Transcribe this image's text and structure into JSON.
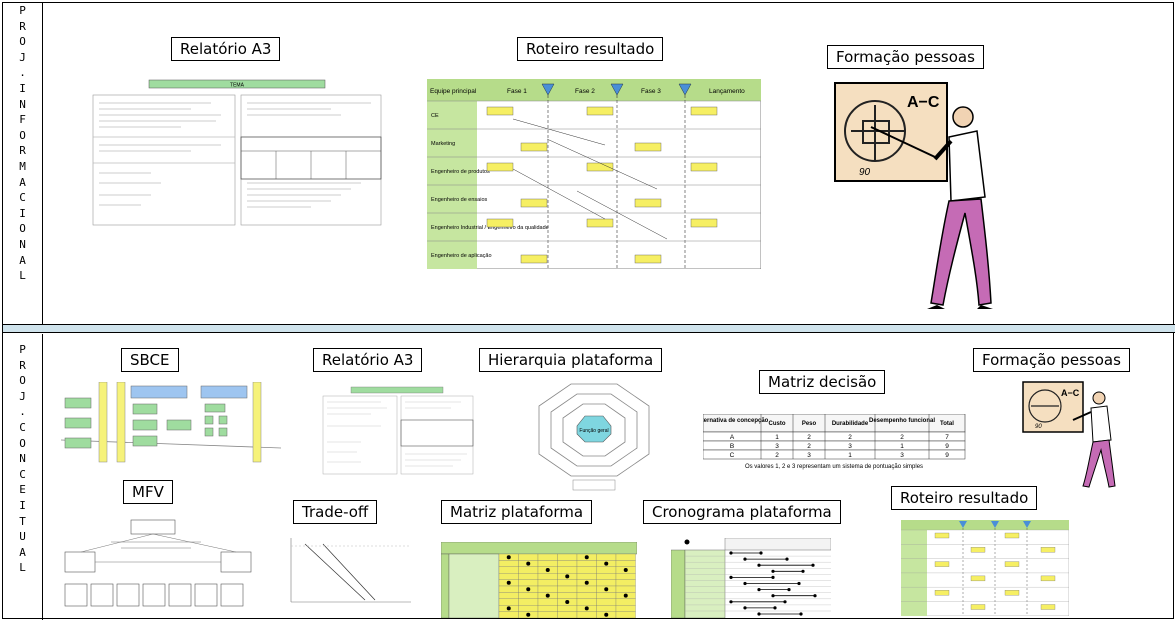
{
  "sidebars": {
    "top": [
      "P",
      "R",
      "O",
      "J",
      ".",
      "I",
      "N",
      "F",
      "O",
      "R",
      "M",
      "A",
      "C",
      "I",
      "O",
      "N",
      "A",
      "L"
    ],
    "bottom": [
      "P",
      "R",
      "O",
      "J",
      ".",
      "C",
      "O",
      "N",
      "C",
      "E",
      "I",
      "T",
      "U",
      "A",
      "L"
    ]
  },
  "top_row": {
    "relatorio_label": "Relatório A3",
    "roteiro_label": "Roteiro resultado",
    "formacao_label": "Formação pessoas",
    "a3_tema": "TEMA",
    "roteiro_header": [
      "Equipe principal",
      "Fase 1",
      "Fase 2",
      "Fase 3",
      "Lançamento"
    ],
    "roteiro_rows": [
      "CE",
      "Marketing",
      "Engenheiro de produtos",
      "Engenheiro de ensaios",
      "Engenheiro Industrial / Engenheiro da qualidade",
      "Engenheiro de aplicação"
    ],
    "board_text": "A−C",
    "board_number": "90"
  },
  "bottom_row": {
    "sbce_label": "SBCE",
    "relatorio_label": "Relatório A3",
    "hierarquia_label": "Hierarquia plataforma",
    "matriz_decisao_label": "Matriz decisão",
    "formacao_label": "Formação pessoas",
    "mfv_label": "MFV",
    "tradeoff_label": "Trade-off",
    "matriz_plataforma_label": "Matriz plataforma",
    "cronograma_label": "Cronograma plataforma",
    "roteiro_label": "Roteiro resultado",
    "hierarquia_center": "Função geral",
    "matriz_decisao": {
      "headers": [
        "Alternativa de concepção",
        "Custo",
        "Peso",
        "Durabilidade",
        "Desempenho funcional",
        "Total"
      ],
      "rows": [
        [
          "A",
          "1",
          "2",
          "2",
          "2",
          "7"
        ],
        [
          "B",
          "3",
          "2",
          "3",
          "1",
          "9"
        ],
        [
          "C",
          "2",
          "3",
          "1",
          "3",
          "9"
        ]
      ],
      "footnote": "Os valores 1, 2 e 3 representam um sistema de pontuação simples"
    },
    "board_text": "A−C",
    "board_number": "90"
  }
}
